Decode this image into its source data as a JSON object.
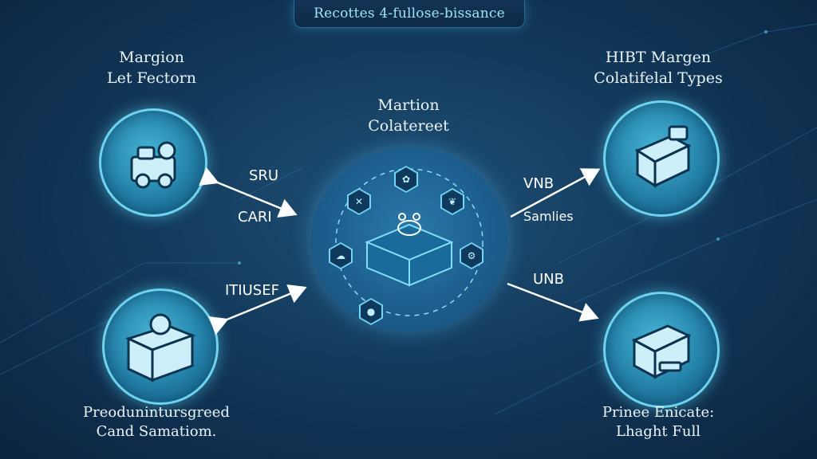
{
  "banner": {
    "title": "Recottes 4-fullose-bissance"
  },
  "center": {
    "line1": "Martion",
    "line2": "Colatereet"
  },
  "top_left": {
    "line1": "Margion",
    "line2": "Let Fectorn"
  },
  "top_right": {
    "line1": "HIBT Margen",
    "line2": "Colatifelal Types"
  },
  "bottom_left": {
    "line1": "Preodunintursgreed",
    "line2": "Cand Samatiom."
  },
  "bottom_right": {
    "line1": "Prinee Enicate:",
    "line2": "Lhaght Full"
  },
  "arrow_labels": {
    "upper_left_top": "SRU",
    "upper_left_bottom": "CARI",
    "lower_left": "ITIUSEF",
    "upper_right_top": "VNB",
    "upper_right_bottom": "Samlies",
    "lower_right": "UNB"
  },
  "hub_icons": [
    "x-icon",
    "sprout-icon",
    "leaf-icon",
    "chat-icon",
    "gear-icon",
    "coin-icon"
  ],
  "colors": {
    "accent": "#6fd3ee",
    "background": "#133a5c",
    "arrow": "#ffffff"
  }
}
